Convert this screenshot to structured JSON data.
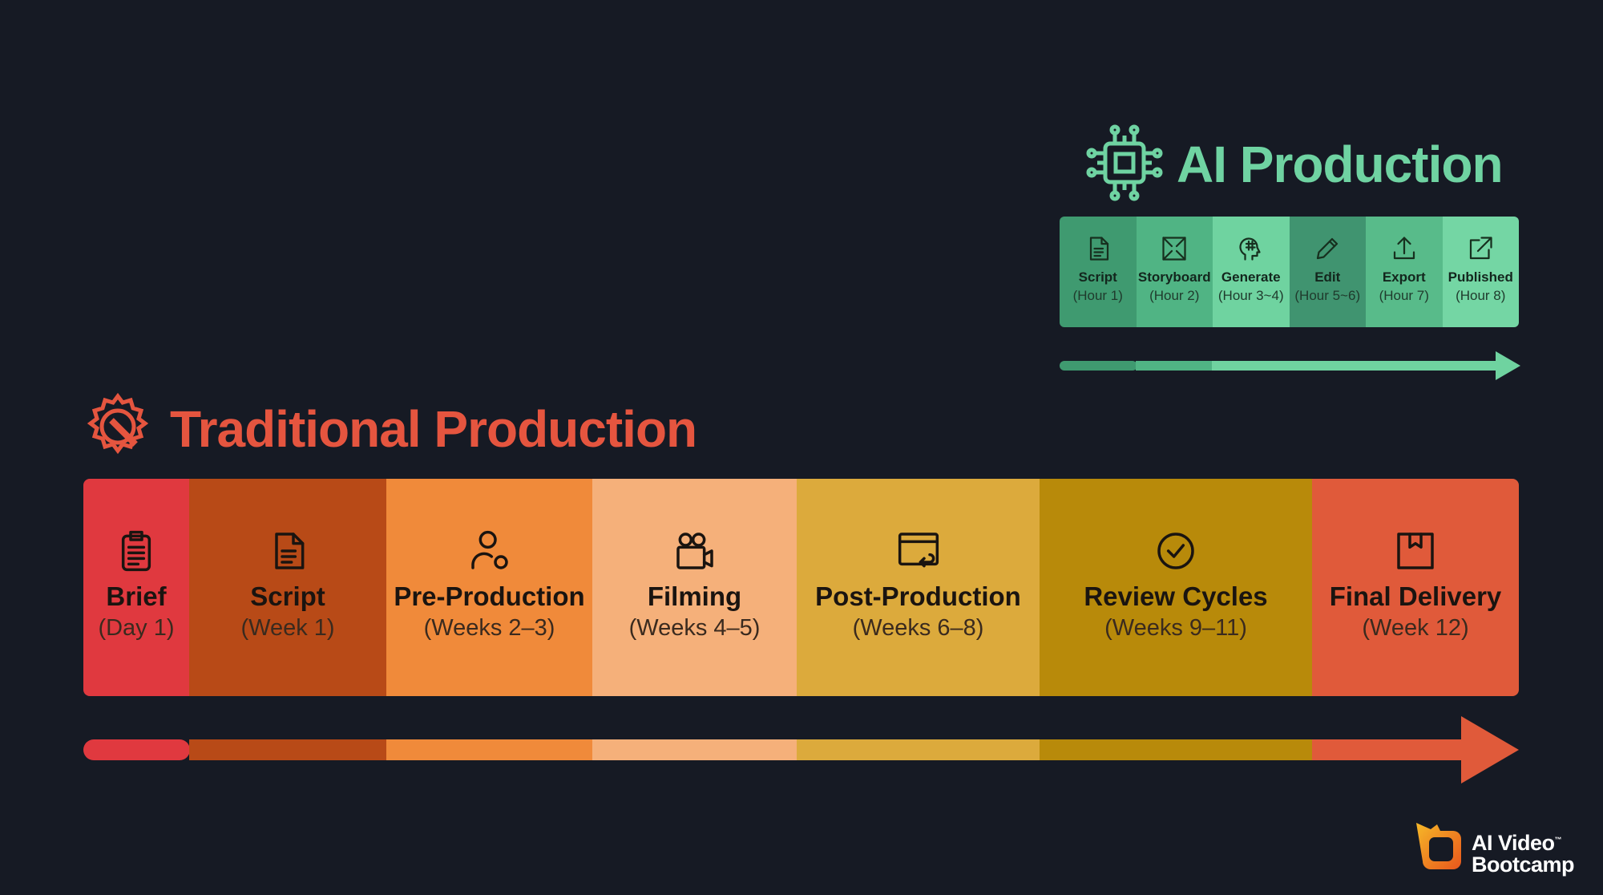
{
  "ai": {
    "title": "AI Production",
    "icon": "chip-icon",
    "steps": [
      {
        "label": "Script",
        "sub": "(Hour 1)",
        "icon": "document-icon",
        "color": "#3f9a70"
      },
      {
        "label": "Storyboard",
        "sub": "(Hour 2)",
        "icon": "storyboard-icon",
        "color": "#50b484"
      },
      {
        "label": "Generate",
        "sub": "(Hour 3~4)",
        "icon": "ai-head-icon",
        "color": "#6fd3a0"
      },
      {
        "label": "Edit",
        "sub": "(Hour 5~6)",
        "icon": "pencil-icon",
        "color": "#409470"
      },
      {
        "label": "Export",
        "sub": "(Hour 7)",
        "icon": "upload-icon",
        "color": "#58bb8a"
      },
      {
        "label": "Published",
        "sub": "(Hour 8)",
        "icon": "external-link-icon",
        "color": "#74d6a4"
      }
    ]
  },
  "traditional": {
    "title": "Traditional Production",
    "icon": "gear-wrench-icon",
    "steps": [
      {
        "label": "Brief",
        "sub": "(Day 1)",
        "icon": "clipboard-icon",
        "color": "#e0393f",
        "width": 132
      },
      {
        "label": "Script",
        "sub": "(Week 1)",
        "icon": "document-icon",
        "color": "#b84a17",
        "width": 246
      },
      {
        "label": "Pre-Production",
        "sub": "(Weeks 2–3)",
        "icon": "user-gear-icon",
        "color": "#f08a3a",
        "width": 257
      },
      {
        "label": "Filming",
        "sub": "(Weeks 4–5)",
        "icon": "video-camera-icon",
        "color": "#f5b07a",
        "width": 255
      },
      {
        "label": "Post-Production",
        "sub": "(Weeks 6–8)",
        "icon": "editing-window-icon",
        "color": "#dcaa3c",
        "width": 303
      },
      {
        "label": "Review Cycles",
        "sub": "(Weeks 9–11)",
        "icon": "check-circle-icon",
        "color": "#b88a0a",
        "width": 340
      },
      {
        "label": "Final Delivery",
        "sub": "(Week 12)",
        "icon": "package-icon",
        "color": "#e05a3a",
        "width": 258
      }
    ]
  },
  "logo": {
    "text_line1": "AI Video",
    "text_line2": "Bootcamp",
    "tm": "™"
  }
}
